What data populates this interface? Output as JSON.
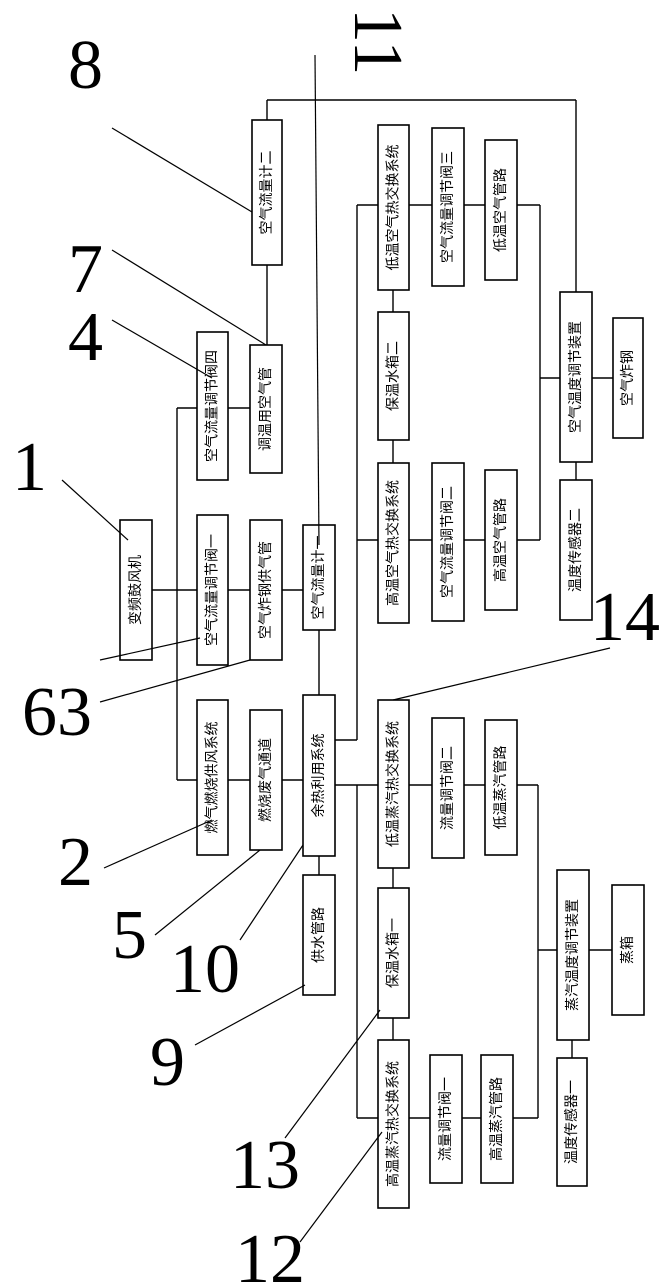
{
  "boxes": [
    {
      "id": "b-vfd-blower",
      "label": "变频鼓风机"
    },
    {
      "id": "b-air-valve-1",
      "label": "空气流量调节阀一"
    },
    {
      "id": "b-boiler-air-pipe",
      "label": "空气炸钢供气管"
    },
    {
      "id": "b-air-flowmeter-1",
      "label": "空气流量计一"
    },
    {
      "id": "b-air-valve-4",
      "label": "空气流量调节阀四"
    },
    {
      "id": "b-temp-air-pipe",
      "label": "调温用空气管"
    },
    {
      "id": "b-air-flowmeter-2",
      "label": "空气流量计二"
    },
    {
      "id": "b-gas-combustion",
      "label": "燃气燃烧供风系统"
    },
    {
      "id": "b-exhaust",
      "label": "燃烧废气通道"
    },
    {
      "id": "b-heat-recovery",
      "label": "余热利用系统"
    },
    {
      "id": "b-water-supply",
      "label": "供水管路"
    },
    {
      "id": "b-hot-air-exch",
      "label": "高温空气热交换系统"
    },
    {
      "id": "b-air-valve-2",
      "label": "空气流量调节阀二"
    },
    {
      "id": "b-hot-air-pipe",
      "label": "高温空气管路"
    },
    {
      "id": "b-tank-2",
      "label": "保温水箱二"
    },
    {
      "id": "b-low-air-exch",
      "label": "低温空气热交换系统"
    },
    {
      "id": "b-air-valve-3",
      "label": "空气流量调节阀三"
    },
    {
      "id": "b-low-air-pipe",
      "label": "低温空气管路"
    },
    {
      "id": "b-air-temp-reg",
      "label": "空气温度调节装置"
    },
    {
      "id": "b-air-furnace",
      "label": "空气炸钢"
    },
    {
      "id": "b-temp-sensor-2",
      "label": "温度传感器二"
    },
    {
      "id": "b-low-steam-exch",
      "label": "低温蒸汽热交换系统"
    },
    {
      "id": "b-flow-valve-2",
      "label": "流量调节阀二"
    },
    {
      "id": "b-low-steam-pipe",
      "label": "低温蒸汽管路"
    },
    {
      "id": "b-tank-1",
      "label": "保温水箱一"
    },
    {
      "id": "b-hot-steam-exch",
      "label": "高温蒸汽热交换系统"
    },
    {
      "id": "b-flow-valve-1",
      "label": "流量调节阀一"
    },
    {
      "id": "b-hot-steam-pipe",
      "label": "高温蒸汽管路"
    },
    {
      "id": "b-steam-temp-reg",
      "label": "蒸汽温度调节装置"
    },
    {
      "id": "b-steam-box",
      "label": "蒸箱"
    },
    {
      "id": "b-temp-sensor-1",
      "label": "温度传感器一"
    }
  ],
  "ref_numbers": [
    {
      "id": "n-11",
      "label": "11"
    },
    {
      "id": "n-8",
      "label": "8"
    },
    {
      "id": "n-7",
      "label": "7"
    },
    {
      "id": "n-4",
      "label": "4"
    },
    {
      "id": "n-1",
      "label": "1"
    },
    {
      "id": "n-63",
      "label": "63"
    },
    {
      "id": "n-14",
      "label": "14"
    },
    {
      "id": "n-2",
      "label": "2"
    },
    {
      "id": "n-5",
      "label": "5"
    },
    {
      "id": "n-10",
      "label": "10"
    },
    {
      "id": "n-9",
      "label": "9"
    },
    {
      "id": "n-13",
      "label": "13"
    },
    {
      "id": "n-12",
      "label": "12"
    }
  ]
}
